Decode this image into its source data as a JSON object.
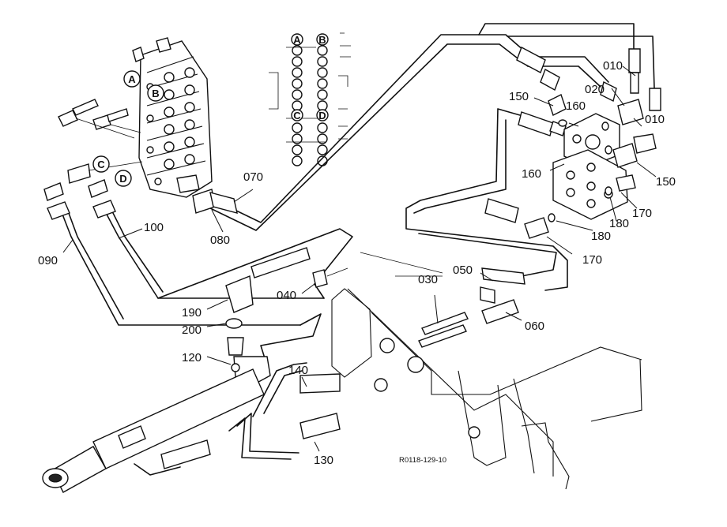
{
  "drawing_code": "R0118-129-10",
  "circle_refs": [
    "A",
    "B",
    "C",
    "D"
  ],
  "inset_refs": [
    "A",
    "B",
    "C",
    "D"
  ],
  "part_labels": [
    "010",
    "010",
    "020",
    "030",
    "040",
    "050",
    "060",
    "070",
    "080",
    "090",
    "100",
    "120",
    "130",
    "140",
    "150",
    "150",
    "160",
    "160",
    "170",
    "170",
    "180",
    "180",
    "190",
    "200"
  ]
}
